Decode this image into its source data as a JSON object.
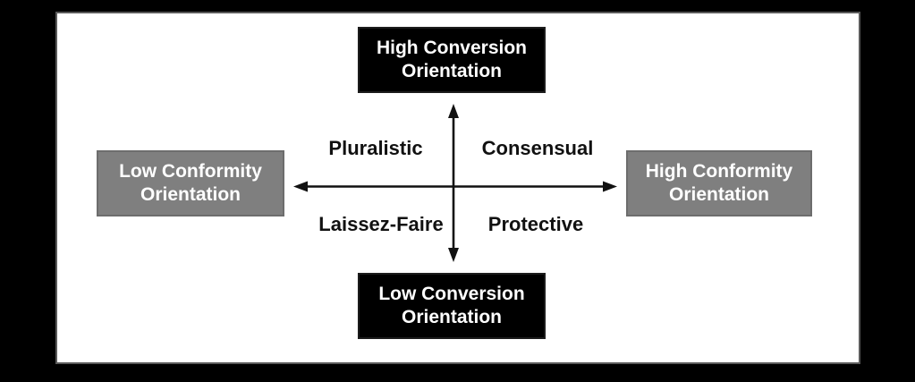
{
  "diagram": {
    "type": "quadrant-model",
    "vertical_axis": {
      "top_label": "High Conversion Orientation",
      "bottom_label": "Low Conversion Orientation"
    },
    "horizontal_axis": {
      "left_label": "Low Conformity Orientation",
      "right_label": "High Conformity Orientation"
    },
    "quadrants": {
      "top_left": "Pluralistic",
      "top_right": "Consensual",
      "bottom_left": "Laissez-Faire",
      "bottom_right": "Protective"
    },
    "colors": {
      "frame_background": "#000000",
      "board_background": "#ffffff",
      "board_border": "#5a5a5a",
      "conversion_box_background": "#000000",
      "conformity_box_background": "#7f7f7f",
      "box_text": "#ffffff",
      "axis_line": "#111111",
      "quadrant_text": "#111111"
    }
  }
}
